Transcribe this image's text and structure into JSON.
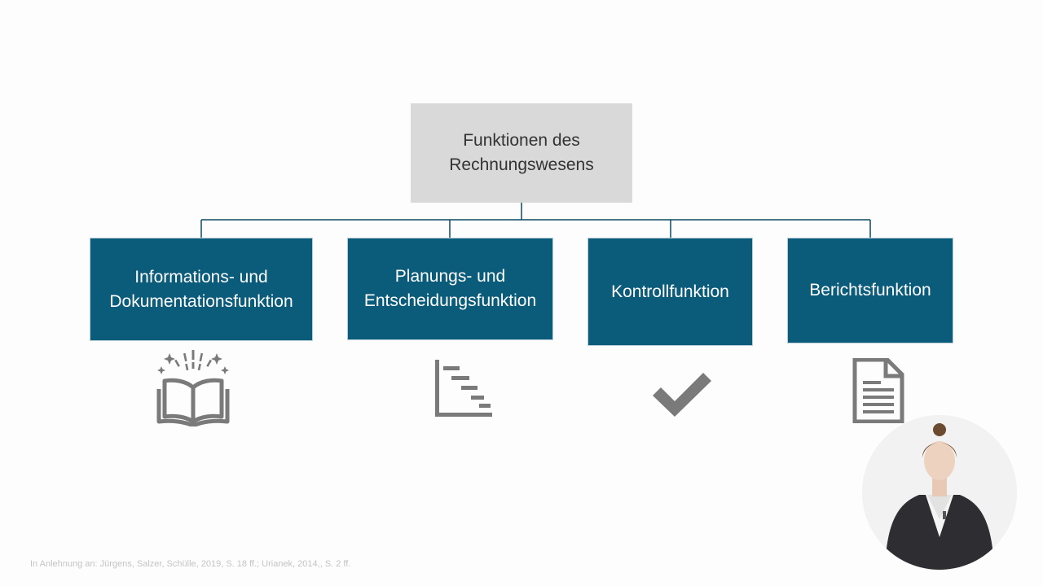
{
  "diagram": {
    "root": {
      "lines": [
        "Funktionen des",
        "Rechnungswesens"
      ]
    },
    "functions": [
      {
        "lines": [
          "Informations- und",
          "Dokumentationsfunktion"
        ],
        "icon": "book-icon"
      },
      {
        "lines": [
          "Planungs- und",
          "Entscheidungsfunktion"
        ],
        "icon": "gantt-chart-icon"
      },
      {
        "lines": [
          "Kontrollfunktion"
        ],
        "icon": "checkmark-icon"
      },
      {
        "lines": [
          "Berichtsfunktion"
        ],
        "icon": "document-icon"
      }
    ]
  },
  "source_note": "In Anlehnung an: Jürgens, Salzer, Schülle, 2019, S. 18 ff.; Urianek, 2014,, S. 2 ff.",
  "colors": {
    "function_box": "#0b5b7b",
    "root_box": "#d9d9d9",
    "connector": "#0b4a63",
    "icon": "#7a7a7a"
  }
}
